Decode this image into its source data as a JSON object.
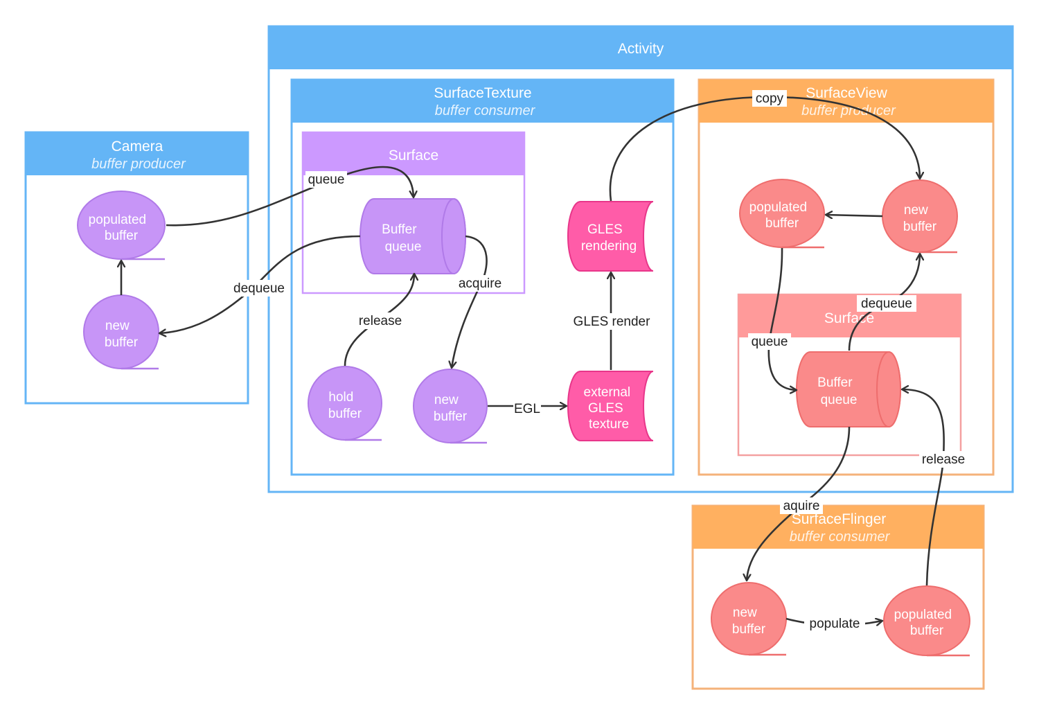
{
  "colors": {
    "blue_header": "#64b5f6",
    "blue_border": "#64b5f6",
    "orange_header": "#ffb060",
    "orange_border": "#f4b27a",
    "purple_node": "#c795f7",
    "purple_stroke": "#b07ae8",
    "purple_header": "#cc99ff",
    "pink_node": "#ff5ca8",
    "pink_stroke": "#e8368a",
    "salmon_node": "#fa8a8a",
    "salmon_stroke": "#ee6d6d",
    "salmon_header": "#ff9a9a",
    "edge": "#333333"
  },
  "containers": {
    "activity": {
      "title": "Activity"
    },
    "camera": {
      "title": "Camera",
      "subtitle": "buffer producer"
    },
    "surface_texture": {
      "title": "SurfaceTexture",
      "subtitle": "buffer consumer"
    },
    "surface_left": {
      "title": "Surface"
    },
    "surface_view": {
      "title": "SurfaceView",
      "subtitle": "buffer producer"
    },
    "surface_right": {
      "title": "Surface"
    },
    "surface_flinger": {
      "title": "SurfaceFlinger",
      "subtitle": "buffer consumer"
    }
  },
  "nodes": {
    "cam_populated": [
      "populated",
      "buffer"
    ],
    "cam_new": [
      "new",
      "buffer"
    ],
    "st_queue": [
      "Buffer",
      "queue"
    ],
    "st_hold": [
      "hold",
      "buffer"
    ],
    "st_new": [
      "new",
      "buffer"
    ],
    "gles_rendering": [
      "GLES",
      "rendering"
    ],
    "ext_texture": [
      "external",
      "GLES",
      "texture"
    ],
    "sv_populated": [
      "populated",
      "buffer"
    ],
    "sv_new": [
      "new",
      "buffer"
    ],
    "sv_queue": [
      "Buffer",
      "queue"
    ],
    "sf_new": [
      "new",
      "buffer"
    ],
    "sf_populated": [
      "populated",
      "buffer"
    ]
  },
  "edges": {
    "queue_left": "queue",
    "dequeue_left": "dequeue",
    "acquire": "acquire",
    "release_left": "release",
    "egl": "EGL",
    "gles_render": "GLES render",
    "copy": "copy",
    "queue_right": "queue",
    "dequeue_right": "dequeue",
    "aquire": "aquire",
    "release_right": "release",
    "populate": "populate"
  }
}
